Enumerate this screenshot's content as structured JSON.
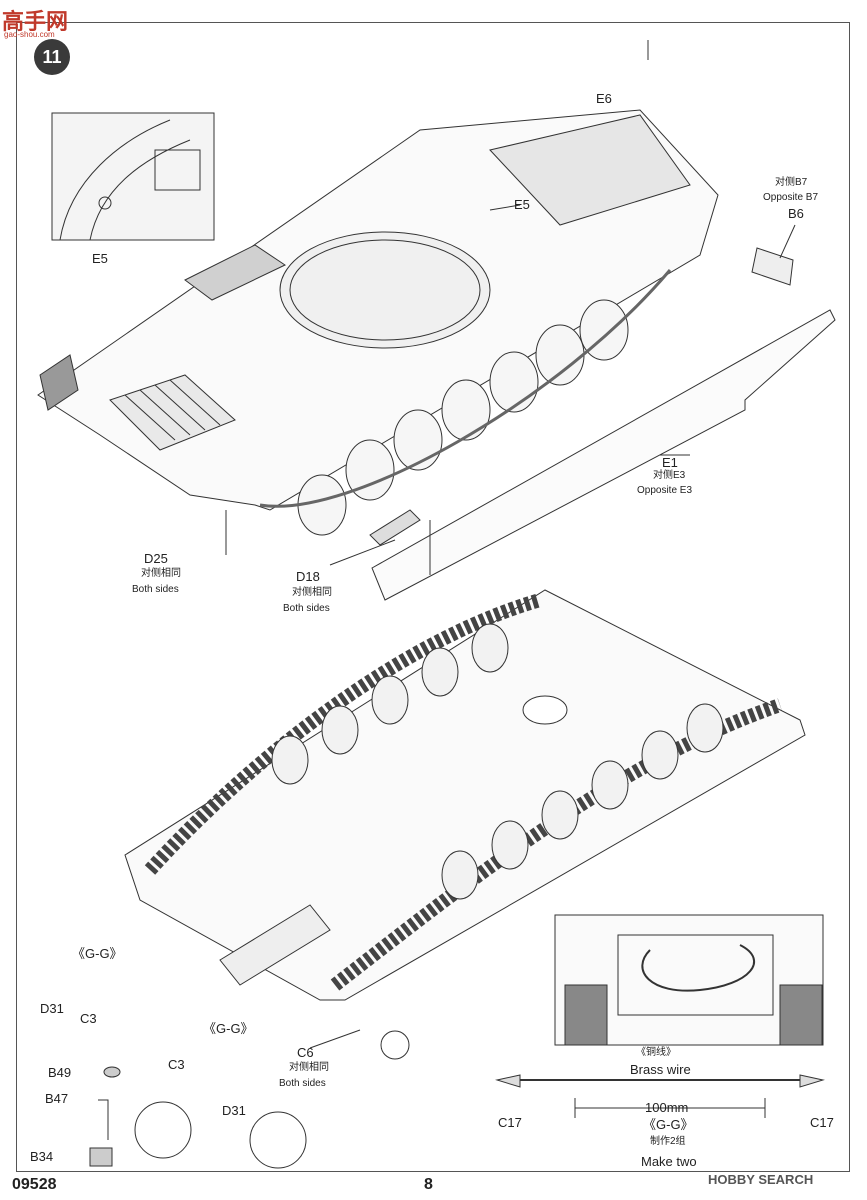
{
  "brand": {
    "logo": "高手网",
    "logo_sub": "gao-shou.com"
  },
  "step_number": "11",
  "labels": {
    "e6": "E6",
    "e5_top": "E5",
    "e5_inset": "E5",
    "opp_b7_cn": "对侧B7",
    "opp_b7_en": "Opposite B7",
    "b6": "B6",
    "e1": "E1",
    "opp_e3_cn": "对侧E3",
    "opp_e3_en": "Opposite E3",
    "d25": "D25",
    "d25_cn": "对侧相同",
    "d25_en": "Both sides",
    "d18": "D18",
    "d18_cn": "对侧相同",
    "d18_en": "Both sides",
    "gg1": "《G-G》",
    "d31_a": "D31",
    "c3_a": "C3",
    "gg2": "《G-G》",
    "c3_b": "C3",
    "c6": "C6",
    "c6_cn": "对侧相同",
    "c6_en": "Both sides",
    "b49": "B49",
    "b47": "B47",
    "b34": "B34",
    "d31_b": "D31",
    "brass_cn": "《铜线》",
    "brass_en": "Brass wire",
    "c17_l": "C17",
    "c17_r": "C17",
    "length": "100mm",
    "gg3": "《G-G》",
    "make_two_cn": "制作2组",
    "make_two_en": "Make two"
  },
  "footer": {
    "code": "09528",
    "page": "8",
    "watermark": "HOBBY SEARCH"
  }
}
